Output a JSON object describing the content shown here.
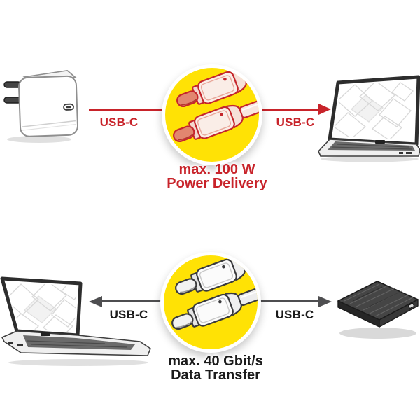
{
  "colors": {
    "background": "#FFFFFF",
    "accent_red": "#C8232A",
    "highlight_yellow": "#FFE205",
    "arrow_gray": "#4E4E50",
    "text_dark": "#1B1B1B"
  },
  "power_row": {
    "source_icon": "usb-c-power-adapter",
    "target_icon": "laptop",
    "badge_icon": "usb-c-cable",
    "left_label": "USB-C",
    "right_label": "USB-C",
    "caption_line1": "max. 100 W",
    "caption_line2": "Power Delivery"
  },
  "data_row": {
    "left_icon": "laptop",
    "right_icon": "external-hard-drive",
    "badge_icon": "usb-c-cable",
    "left_label": "USB-C",
    "right_label": "USB-C",
    "caption_line1": "max. 40 Gbit/s",
    "caption_line2": "Data Transfer"
  }
}
